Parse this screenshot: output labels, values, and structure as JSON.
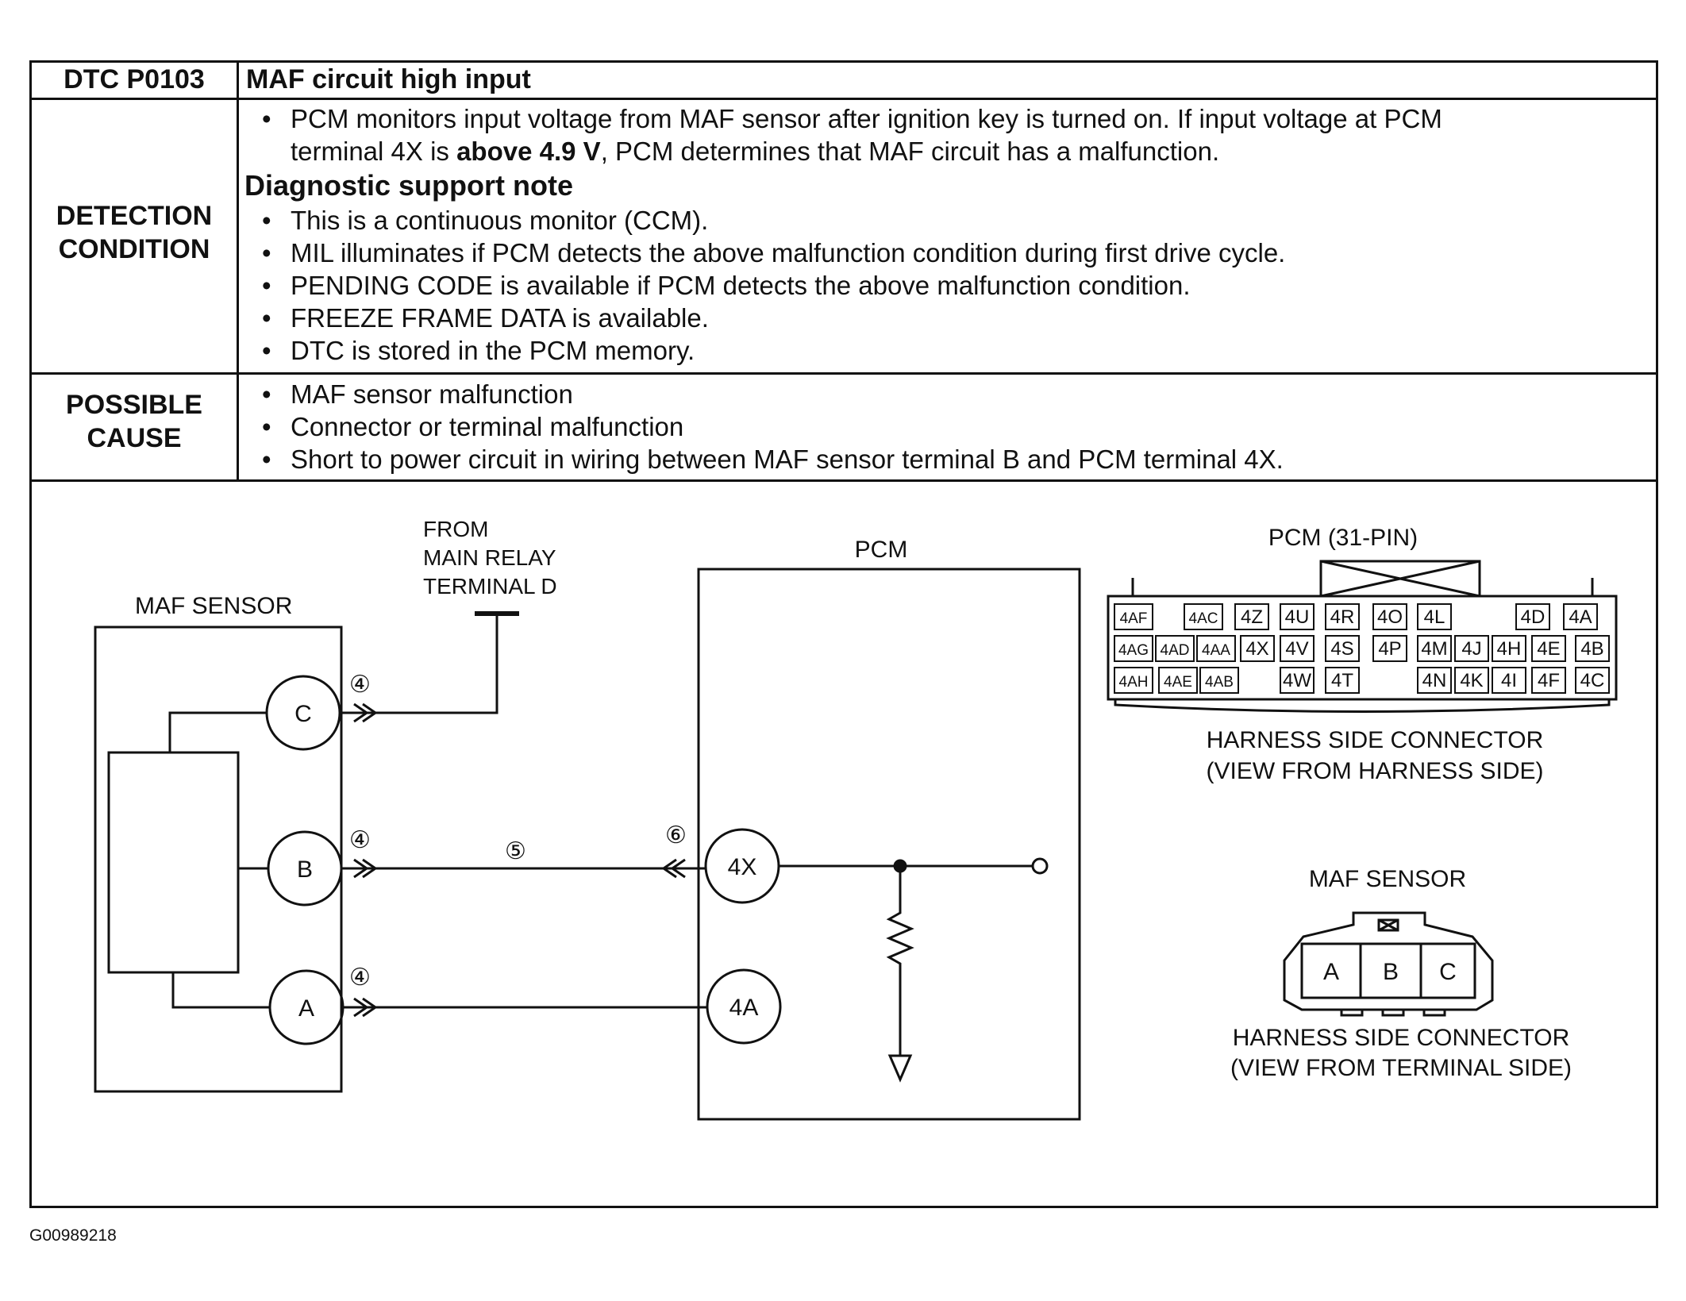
{
  "header": {
    "code": "DTC P0103",
    "title": "MAF circuit high input"
  },
  "detection": {
    "label_1": "DETECTION",
    "label_2": "CONDITION",
    "intro_1": "PCM monitors input voltage from MAF sensor after ignition key is turned on. If input voltage at PCM",
    "intro_2a": "terminal 4X is ",
    "intro_2b": "above 4.9 V",
    "intro_2c": ", PCM determines that MAF circuit has a malfunction.",
    "note_title": "Diagnostic support note",
    "notes": [
      "This is a continuous monitor (CCM).",
      "MIL illuminates if PCM detects the above malfunction condition during first drive cycle.",
      "PENDING CODE is available if PCM detects the above malfunction condition.",
      "FREEZE FRAME DATA is available.",
      "DTC is stored in the PCM memory."
    ]
  },
  "possible": {
    "label_1": "POSSIBLE",
    "label_2": "CAUSE",
    "causes": [
      "MAF sensor malfunction",
      "Connector or terminal malfunction",
      "Short to power circuit in wiring between MAF sensor terminal B and PCM terminal 4X."
    ]
  },
  "diagram": {
    "maf_sensor_label": "MAF SENSOR",
    "from_1": "FROM",
    "from_2": "MAIN RELAY",
    "from_3": "TERMINAL D",
    "pcm_label": "PCM",
    "term_c": "C",
    "term_b": "B",
    "term_a": "A",
    "pcm_4x": "4X",
    "pcm_4a": "4A",
    "num_4": "④",
    "num_5": "⑤",
    "num_6": "⑥",
    "pcm_conn_title": "PCM (31-PIN)",
    "pcm_pins_row1": [
      "4AF",
      "4AC",
      "4Z",
      "4U",
      "4R",
      "4O",
      "4L",
      "4D",
      "4A"
    ],
    "pcm_pins_row2": [
      "4AG",
      "4AD",
      "4AA",
      "4X",
      "4V",
      "4S",
      "4P",
      "4M",
      "4J",
      "4H",
      "4E",
      "4B"
    ],
    "pcm_pins_row3": [
      "4AH",
      "4AE",
      "4AB",
      "4W",
      "4T",
      "4N",
      "4K",
      "4I",
      "4F",
      "4C"
    ],
    "pcm_conn_caption_1": "HARNESS SIDE CONNECTOR",
    "pcm_conn_caption_2": "(VIEW FROM HARNESS  SIDE)",
    "maf_conn_title": "MAF SENSOR",
    "maf_pins": [
      "A",
      "B",
      "C"
    ],
    "maf_conn_caption_1": "HARNESS SIDE CONNECTOR",
    "maf_conn_caption_2": "(VIEW FROM TERMINAL SIDE)"
  },
  "footer": {
    "figure_id": "G00989218"
  }
}
